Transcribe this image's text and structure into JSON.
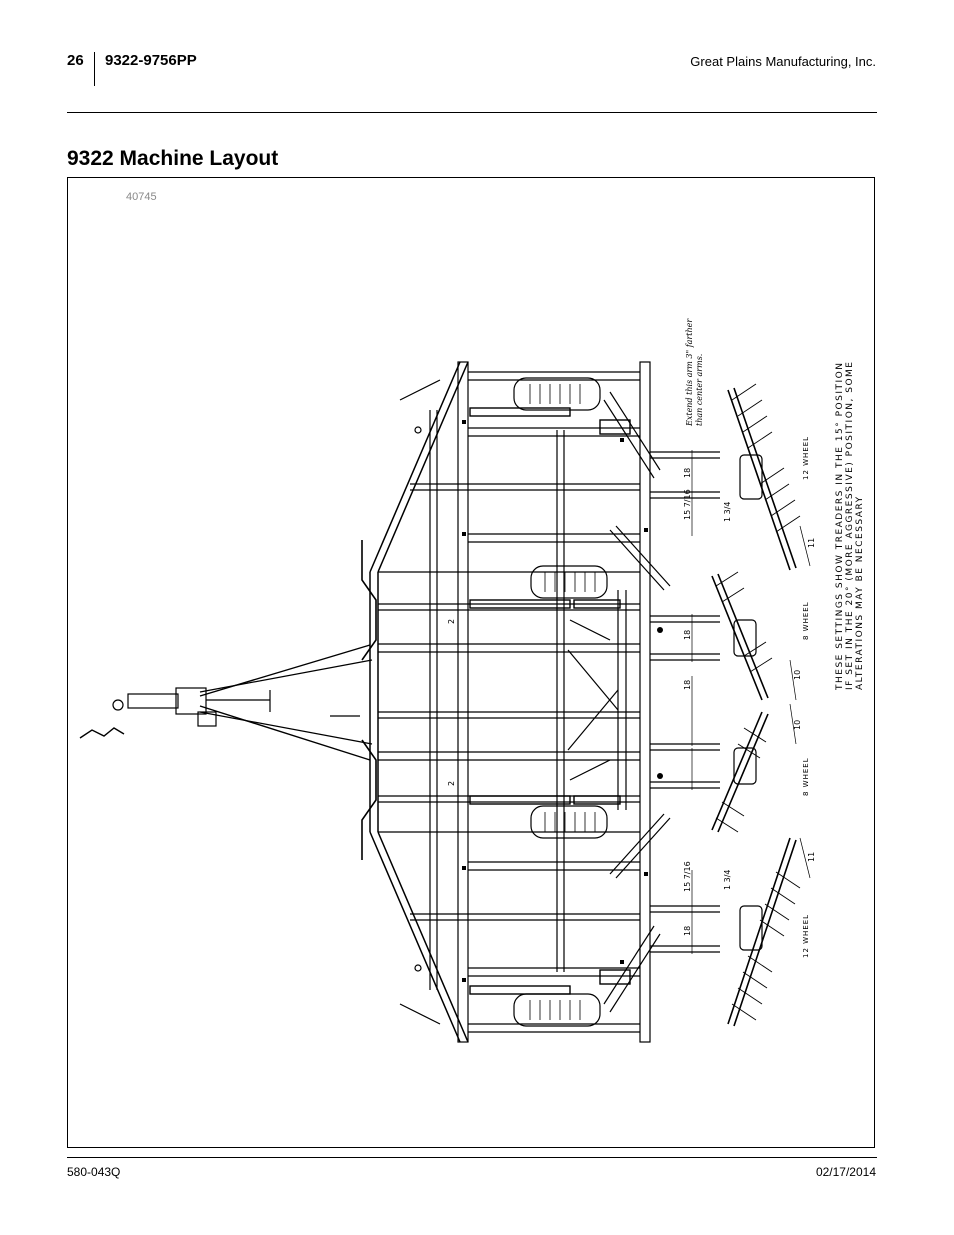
{
  "header": {
    "page_number": "26",
    "document_number": "9322-9756PP",
    "company": "Great Plains Manufacturing, Inc."
  },
  "section": {
    "title": "9322 Machine Layout"
  },
  "figure": {
    "figure_number": "40745",
    "note_main": "THESE SETTINGS SHOW TREADERS IN THE 15° POSITION",
    "note_line2": "IF SET IN THE 20° (MORE AGGRESSIVE) POSITION, SOME",
    "note_line3": "ALTERATIONS MAY BE NECESSARY",
    "extend_note_1": "Extend this arm 3\" farther",
    "extend_note_2": "than center arms.",
    "wheel_labels": [
      "12 WHEEL",
      "8 WHEEL",
      "8 WHEEL",
      "12 WHEEL"
    ],
    "dimensions": [
      "18",
      "15 7/16",
      "18",
      "18",
      "15 7/16",
      "18",
      "1 3/4",
      "1 3/4",
      "11",
      "11",
      "10",
      "10",
      "2",
      "2"
    ]
  },
  "footer": {
    "manual_number": "580-043Q",
    "date": "02/17/2014"
  }
}
